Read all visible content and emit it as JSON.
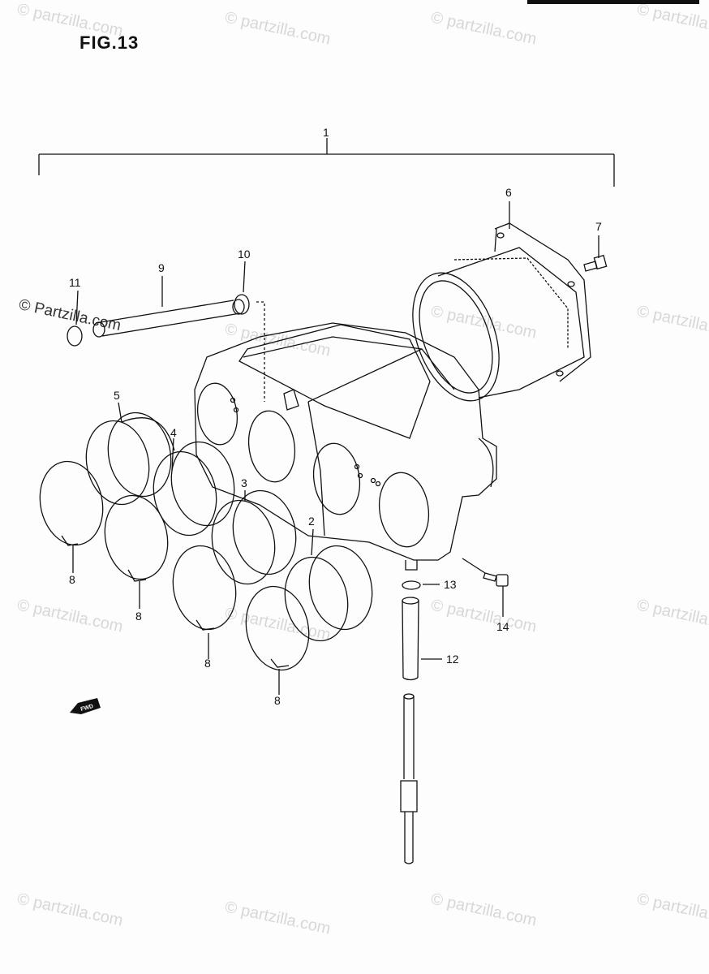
{
  "figure": {
    "title": "FIG.13"
  },
  "watermark": {
    "text": "© Partzilla.com",
    "text_small": "© partzilla.com"
  },
  "fwd_label": "FWD",
  "callouts": {
    "c1": "1",
    "c2": "2",
    "c3": "3",
    "c4": "4",
    "c5": "5",
    "c6": "6",
    "c7": "7",
    "c8a": "8",
    "c8b": "8",
    "c8c": "8",
    "c8d": "8",
    "c9": "9",
    "c10": "10",
    "c11": "11",
    "c12": "12",
    "c13": "13",
    "c14": "14"
  },
  "colors": {
    "line": "#111111",
    "background": "#fdfdfd"
  }
}
